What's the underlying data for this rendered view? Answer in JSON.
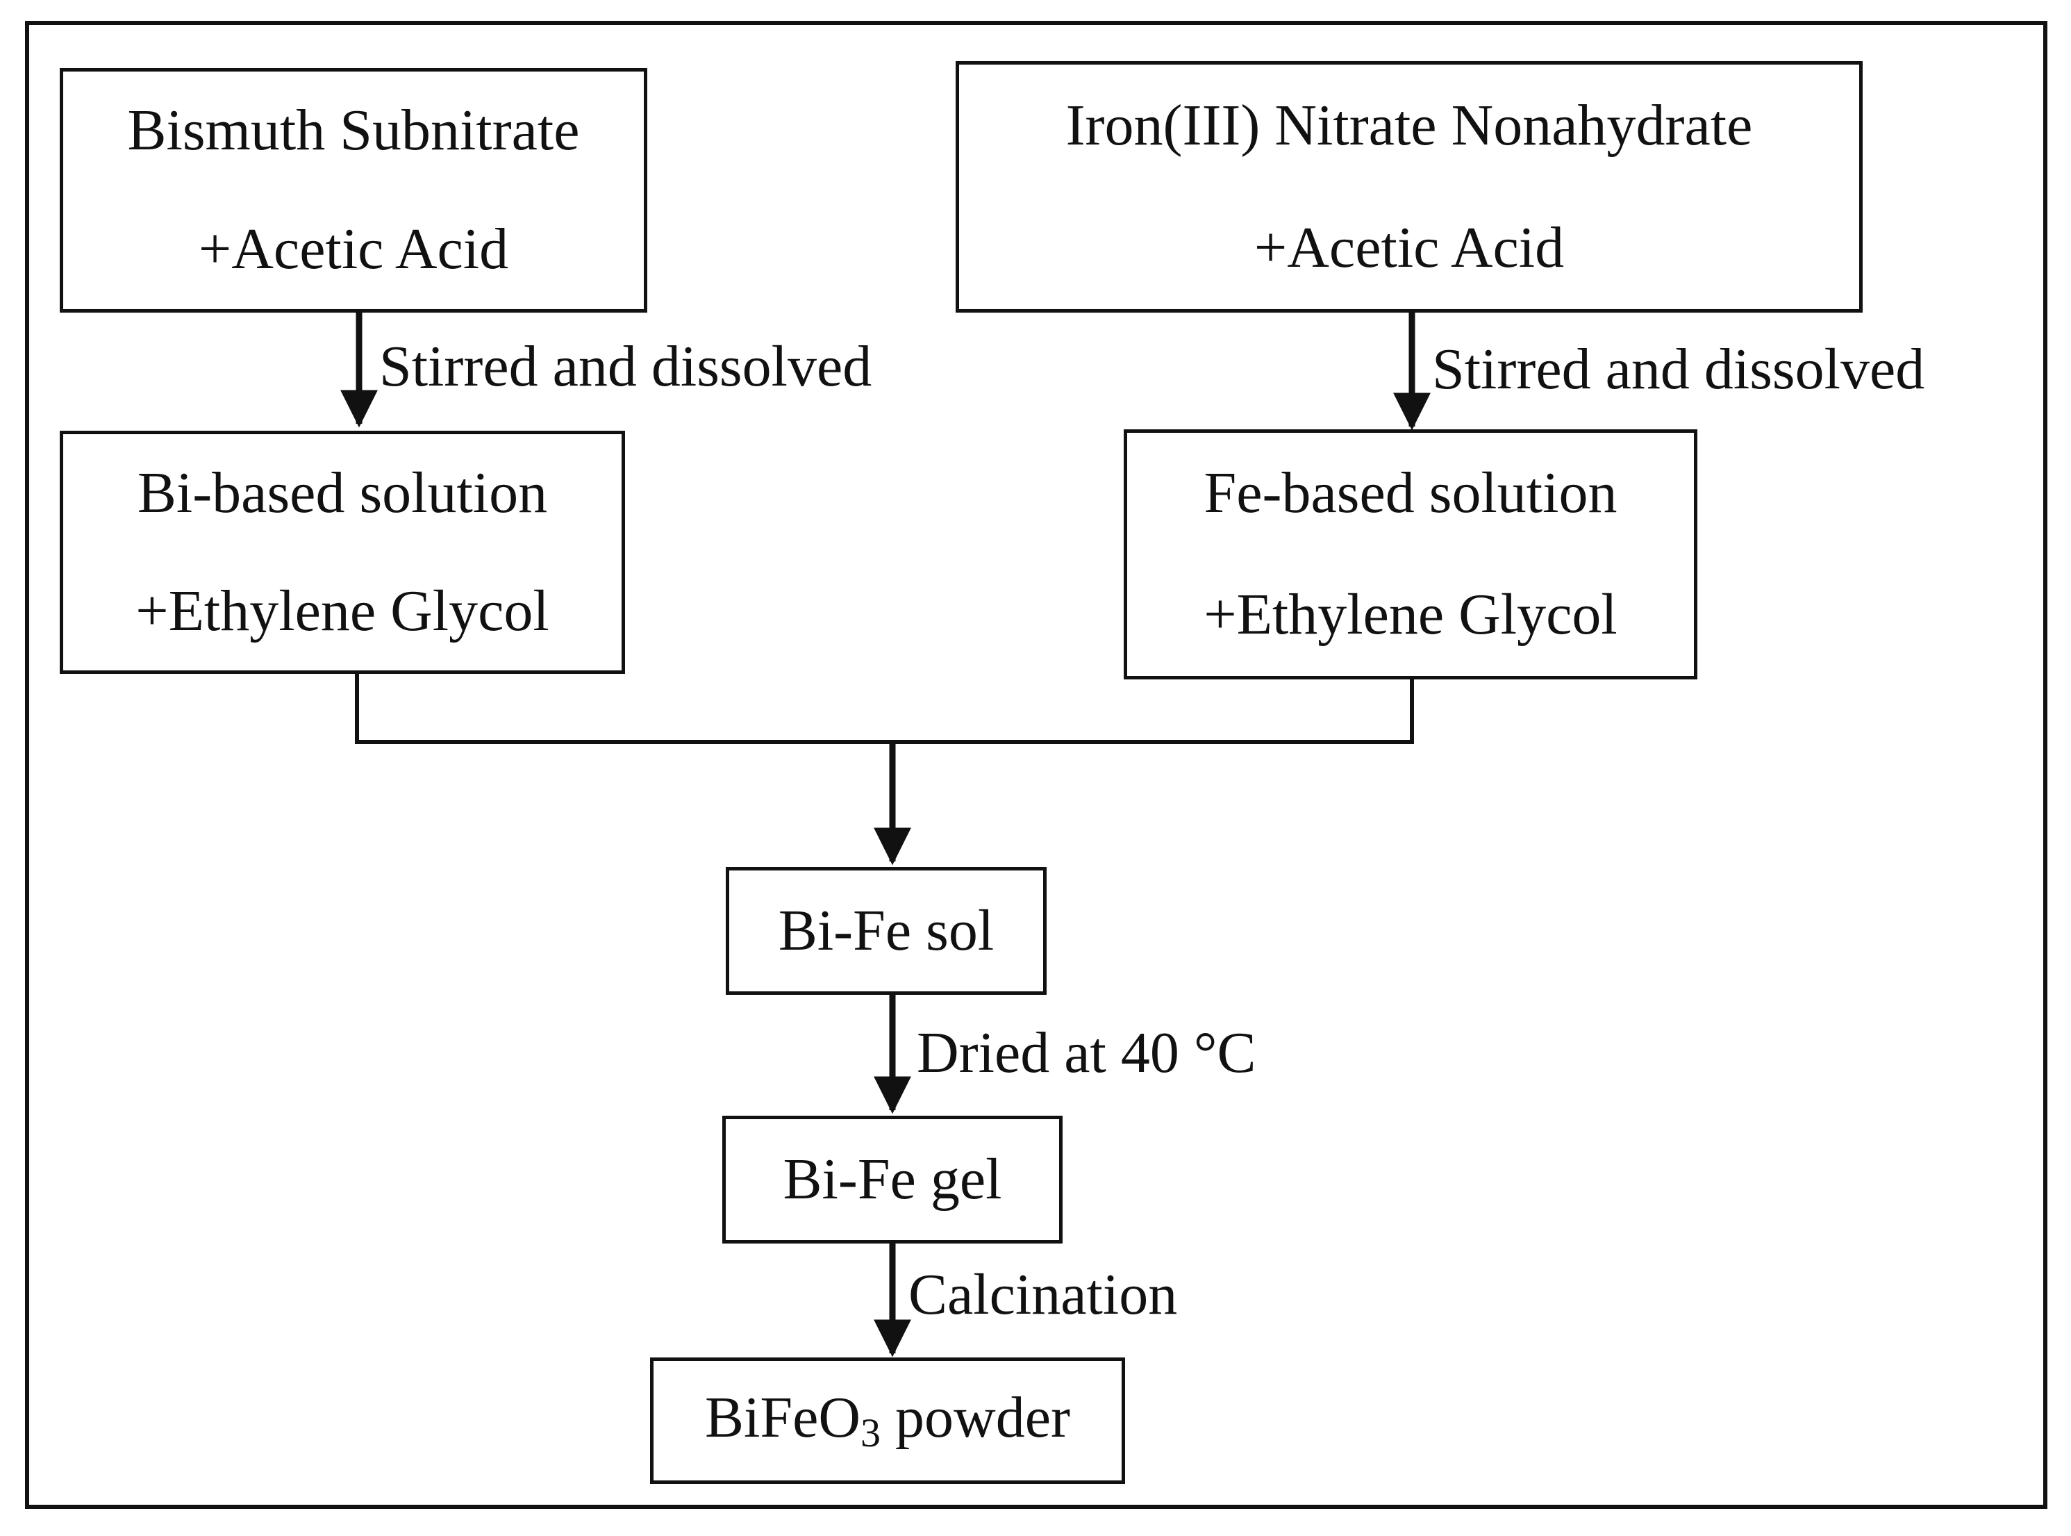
{
  "boxes": {
    "bismuth": {
      "line1": "Bismuth Subnitrate",
      "line2": "+Acetic Acid"
    },
    "iron": {
      "line1": "Iron(III) Nitrate Nonahydrate",
      "line2": "+Acetic Acid"
    },
    "bi_solution": {
      "line1": "Bi-based solution",
      "line2": "+Ethylene Glycol"
    },
    "fe_solution": {
      "line1": "Fe-based solution",
      "line2": "+Ethylene Glycol"
    },
    "bife_sol": {
      "text": "Bi-Fe sol"
    },
    "bife_gel": {
      "text": "Bi-Fe gel"
    },
    "powder": {
      "prefix": "BiFeO",
      "subscript": "3",
      "suffix": " powder"
    }
  },
  "labels": {
    "left_stir": "Stirred and dissolved",
    "right_stir": "Stirred and dissolved",
    "dried": "Dried at 40 °C",
    "calcination": "Calcination"
  }
}
